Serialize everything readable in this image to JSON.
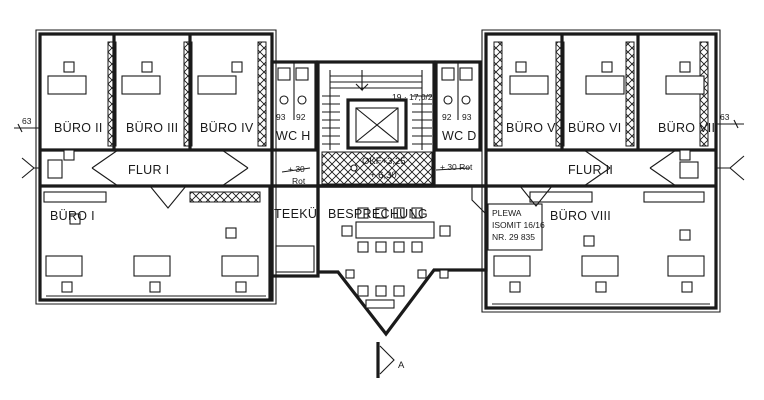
{
  "rooms": {
    "buero_2": "BÜRO II",
    "buero_3": "BÜRO III",
    "buero_4": "BÜRO IV",
    "buero_5": "BÜRO V",
    "buero_6": "BÜRO VI",
    "buero_7": "BÜRO VII",
    "buero_1": "BÜRO I",
    "buero_8": "BÜRO VIII",
    "wc_h": "WC H",
    "wc_d": "WC D",
    "flur_1": "FLUR I",
    "flur_2": "FLUR II",
    "teekueche": "TEEKÜ.",
    "besprechung": "BESPRECHUNG"
  },
  "annotations": {
    "dim_left": "63",
    "dim_right": "63",
    "wc_h_dims": [
      "93",
      "92"
    ],
    "wc_d_dims": [
      "92",
      "93"
    ],
    "stair_dims": "19 · 17,0/29",
    "level_left_top": "+ 30",
    "level_left_bottom": "Rot",
    "level_right": "+ 30 Rot",
    "okf": "OKF+3,25",
    "level_center": "+ 6,30"
  },
  "stamp": {
    "line1": "PLEWA",
    "line2": "ISOMIT 16/16",
    "line3": "NR. 29 835"
  },
  "section_marker": "A"
}
